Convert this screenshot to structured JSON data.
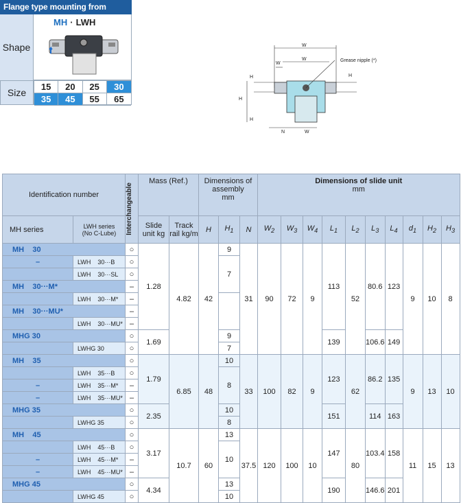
{
  "selector": {
    "header": "Flange type mounting from bottom",
    "series_mh": "MH",
    "series_sep": "·",
    "series_lwh": "LWH",
    "shape_label": "Shape",
    "size_label": "Size",
    "sizes_row1": [
      "15",
      "20",
      "25",
      "30"
    ],
    "sizes_row2": [
      "35",
      "45",
      "55",
      "65"
    ],
    "highlighted": [
      "30",
      "35",
      "45"
    ]
  },
  "diagram": {
    "labels": {
      "w2": "W",
      "w3": "W",
      "w4": "W",
      "grease": "Grease nipple (*)",
      "h": "H",
      "h1": "H",
      "h2": "H",
      "h3": "H",
      "n": "N",
      "w": "W"
    }
  },
  "table": {
    "headers": {
      "id_number": "Identification number",
      "interchangeable": "Interchangeable",
      "mass": "Mass (Ref.)",
      "dim_assembly": "Dimensions of assembly",
      "dim_assembly_unit": "mm",
      "dim_slide": "Dimensions of slide unit",
      "dim_slide_unit": "mm",
      "mh_series": "MH series",
      "lwh_series": "LWH series",
      "lwh_series_note": "(No C-Lube)",
      "slide_unit": "Slide unit kg",
      "track_rail": "Track rail kg/m",
      "cols": [
        "H",
        "H",
        "N",
        "W",
        "W",
        "W",
        "L",
        "L",
        "L",
        "L",
        "d",
        "H",
        "H"
      ],
      "col_subs": [
        "",
        "1",
        "",
        "2",
        "3",
        "4",
        "1",
        "2",
        "3",
        "4",
        "1",
        "2",
        "3"
      ]
    },
    "rows": [
      {
        "mh": "MH    30",
        "lwh": "",
        "ic": "○",
        "h1": "9"
      },
      {
        "mh": "–",
        "lwh": "LWH    30···B",
        "ic": "○",
        "h1": ""
      },
      {
        "mh": "",
        "lwh": "LWH    30···SL",
        "ic": "○",
        "h1": ""
      },
      {
        "mh": "MH    30···M*",
        "lwh": "",
        "ic": "–",
        "h1": "7"
      },
      {
        "mh": "",
        "lwh": "LWH    30···M*",
        "ic": "–",
        "h1": ""
      },
      {
        "mh": "MH    30···MU*",
        "lwh": "",
        "ic": "–",
        "h1": ""
      },
      {
        "mh": "",
        "lwh": "LWH    30···MU*",
        "ic": "–",
        "h1": ""
      },
      {
        "mh": "MHG 30",
        "lwh": "",
        "ic": "○",
        "h1": "9"
      },
      {
        "mh": "",
        "lwh": "LWHG 30",
        "ic": "○",
        "h1": "7"
      },
      {
        "mh": "MH    35",
        "lwh": "",
        "ic": "○",
        "h1": "10"
      },
      {
        "mh": "",
        "lwh": "LWH    35···B",
        "ic": "○",
        "h1": ""
      },
      {
        "mh": "–",
        "lwh": "LWH    35···M*",
        "ic": "–",
        "h1": "8"
      },
      {
        "mh": "–",
        "lwh": "LWH    35···MU*",
        "ic": "–",
        "h1": ""
      },
      {
        "mh": "MHG 35",
        "lwh": "",
        "ic": "○",
        "h1": "10"
      },
      {
        "mh": "",
        "lwh": "LWHG 35",
        "ic": "○",
        "h1": "8"
      },
      {
        "mh": "MH    45",
        "lwh": "",
        "ic": "○",
        "h1": "13"
      },
      {
        "mh": "",
        "lwh": "LWH    45···B",
        "ic": "○",
        "h1": ""
      },
      {
        "mh": "–",
        "lwh": "LWH    45···M*",
        "ic": "–",
        "h1": "10"
      },
      {
        "mh": "–",
        "lwh": "LWH    45···MU*",
        "ic": "–",
        "h1": ""
      },
      {
        "mh": "MHG 45",
        "lwh": "",
        "ic": "○",
        "h1": "13"
      },
      {
        "mh": "",
        "lwh": "LWHG 45",
        "ic": "○",
        "h1": "10"
      }
    ],
    "groups": {
      "s30": {
        "mass_a": "1.28",
        "mass_b": "1.69",
        "rail": "4.82",
        "H": "42",
        "N": "31",
        "W2": "90",
        "W3": "72",
        "W4": "9",
        "L1a": "113",
        "L1b": "139",
        "L2": "52",
        "L3a": "80.6",
        "L3b": "106.6",
        "L4a": "123",
        "L4b": "149",
        "d1": "9",
        "H2": "10",
        "H3": "8"
      },
      "s35": {
        "mass_a": "1.79",
        "mass_b": "2.35",
        "rail": "6.85",
        "H": "48",
        "N": "33",
        "W2": "100",
        "W3": "82",
        "W4": "9",
        "L1a": "123",
        "L1b": "151",
        "L2": "62",
        "L3a": "86.2",
        "L3b": "114",
        "L4a": "135",
        "L4b": "163",
        "d1": "9",
        "H2": "13",
        "H3": "10"
      },
      "s45": {
        "mass_a": "3.17",
        "mass_b": "4.34",
        "rail": "10.7",
        "H": "60",
        "N": "37.5",
        "W2": "120",
        "W3": "100",
        "W4": "10",
        "L1a": "147",
        "L1b": "190",
        "L2": "80",
        "L3a": "103.4",
        "L3b": "146.6",
        "L4a": "158",
        "L4b": "201",
        "d1": "11",
        "H2": "15",
        "H3": "13"
      }
    }
  }
}
